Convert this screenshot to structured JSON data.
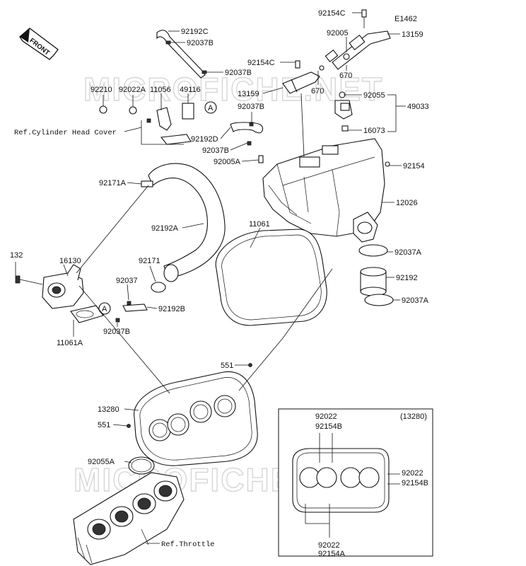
{
  "diagram_id": "E1462",
  "front_label": "FRONT",
  "watermark": "MICROFICHE.NET",
  "inset_title": "(13280)",
  "callouts": {
    "c92154C_top": "92154C",
    "c13159_top": "13159",
    "c92005_top": "92005",
    "c670_a": "670",
    "c92154C_mid": "92154C",
    "c670_b": "670",
    "c13159_mid": "13159",
    "c92055": "92055",
    "c49033": "49033",
    "c16073": "16073",
    "c92192C": "92192C",
    "c92037B_a": "92037B",
    "c92037B_b": "92037B",
    "c92037B_c": "92037B",
    "c92210": "92210",
    "c92022A": "92022A",
    "c11056": "11056",
    "c49116": "49116",
    "ref_cyl": "Ref.Cylinder Head Cover",
    "c92192D": "92192D",
    "c92037B_d": "92037B",
    "c92005A": "92005A",
    "c92154": "92154",
    "c12026": "12026",
    "c92171A": "92171A",
    "c92192A": "92192A",
    "c11061": "11061",
    "c92037A_a": "92037A",
    "c92192": "92192",
    "c92037A_b": "92037A",
    "c132": "132",
    "c16130": "16130",
    "c92171": "92171",
    "c92037": "92037",
    "c92192B": "92192B",
    "c92037B_e": "92037B",
    "c11061A": "11061A",
    "c551_a": "551",
    "c13280": "13280",
    "c551_b": "551",
    "c92055A": "92055A",
    "ref_throttle": "Ref.Throttle",
    "inset_top_a": "92022",
    "inset_top_b": "92154B",
    "inset_right_a": "92022",
    "inset_right_b": "92154B",
    "inset_bot_a": "92022",
    "inset_bot_b": "92154A",
    "circle_a1": "A",
    "circle_a2": "A"
  }
}
